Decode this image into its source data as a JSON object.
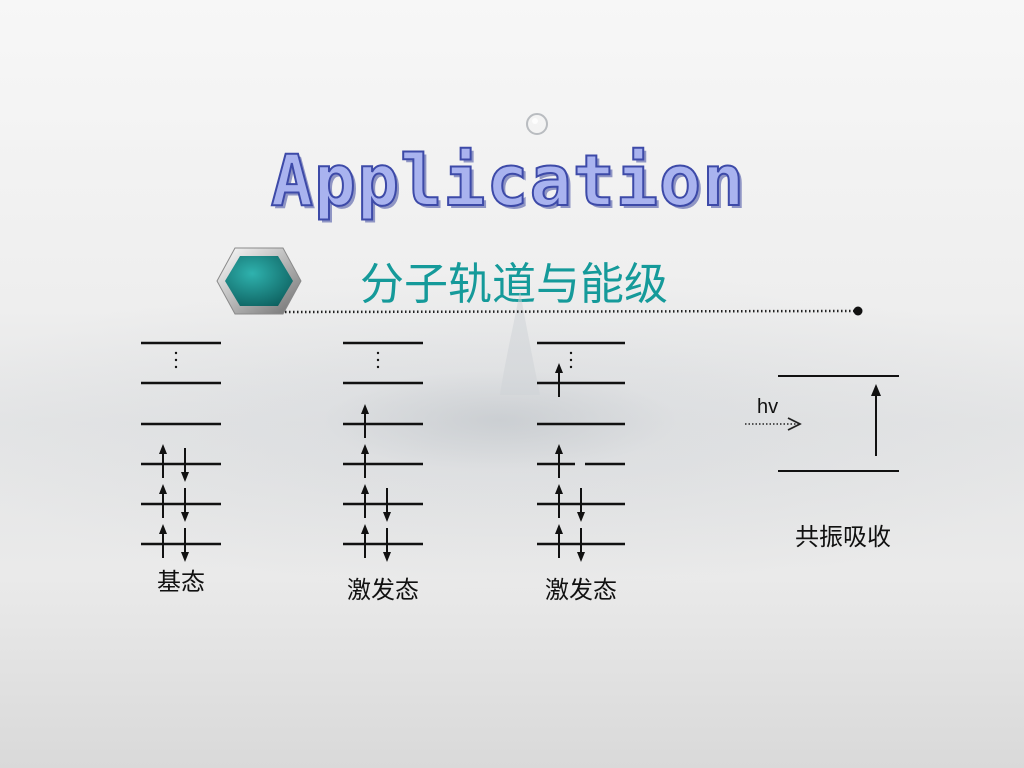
{
  "slide": {
    "title": "Application",
    "subtitle": "分子轨道与能级"
  },
  "diagrams": [
    {
      "caption": "基态",
      "electrons": [
        [],
        [],
        [],
        [
          "up",
          "down"
        ],
        [
          "up",
          "down"
        ],
        [
          "up",
          "down"
        ]
      ]
    },
    {
      "caption": "激发态",
      "electrons": [
        [],
        [],
        [
          "up"
        ],
        [
          "up"
        ],
        [
          "up",
          "down"
        ],
        [
          "up",
          "down"
        ]
      ]
    },
    {
      "caption": "激发态",
      "electrons": [
        [],
        [
          "up"
        ],
        [],
        [
          "up"
        ],
        [
          "up",
          "down"
        ],
        [
          "up",
          "down"
        ]
      ]
    }
  ],
  "resonance": {
    "photon_label": "hv",
    "caption": "共振吸收"
  },
  "colors": {
    "title_fill": "#a9b3ef",
    "title_stroke": "#3d4aa8",
    "subtitle": "#159a9a",
    "hexagon": "#1a8c8a"
  }
}
